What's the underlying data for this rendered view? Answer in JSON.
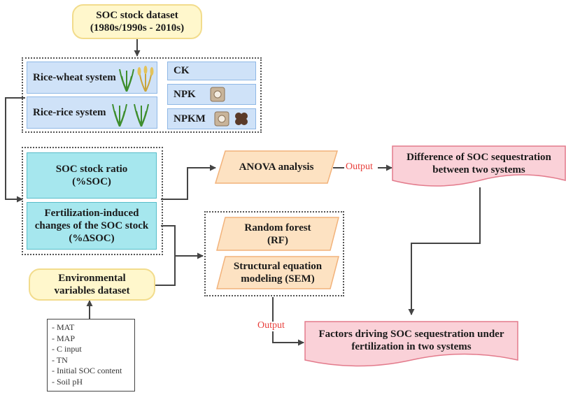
{
  "dataset": {
    "line1": "SOC stock dataset",
    "line2": "(1980s/1990s - 2010s)"
  },
  "systems": [
    {
      "label": "Rice-wheat system",
      "icons": [
        "rice-plant-icon",
        "wheat-plant-icon"
      ]
    },
    {
      "label": "Rice-rice system",
      "icons": [
        "rice-plant-icon",
        "rice-plant-icon"
      ]
    }
  ],
  "treatments": [
    {
      "label": "CK",
      "icons": []
    },
    {
      "label": "NPK",
      "icons": [
        "fertilizer-bag-icon"
      ]
    },
    {
      "label": "NPKM",
      "icons": [
        "fertilizer-bag-icon",
        "manure-icon"
      ]
    }
  ],
  "metrics": {
    "ratio_line1": "SOC stock ratio",
    "ratio_line2": "(%SOC)",
    "change_line1": "Fertilization-induced",
    "change_line2": "changes of the SOC stock",
    "change_line3": "(%ΔSOC)"
  },
  "anova": "ANOVA analysis",
  "rf": {
    "line1": "Random forest",
    "line2": "(RF)"
  },
  "sem": {
    "line1": "Structural equation",
    "line2": "modeling (SEM)"
  },
  "env": {
    "line1": "Environmental",
    "line2": "variables dataset"
  },
  "env_variables": [
    "- MAT",
    "- MAP",
    "- C input",
    "- TN",
    "- Initial SOC content",
    "- Soil pH"
  ],
  "output_label": "Output",
  "result1": {
    "line1": "Difference of SOC sequestration",
    "line2": "between two systems"
  },
  "result2": {
    "line1": "Factors driving SOC sequestration under",
    "line2": "fertilization in two systems"
  },
  "colors": {
    "yellow_fill": "#fff7cc",
    "blue_fill": "#cfe2f8",
    "teal_fill": "#a6e7ee",
    "orange_fill": "#fde2c2",
    "pink_fill": "#fad1d8",
    "output_text": "#e8403c"
  }
}
